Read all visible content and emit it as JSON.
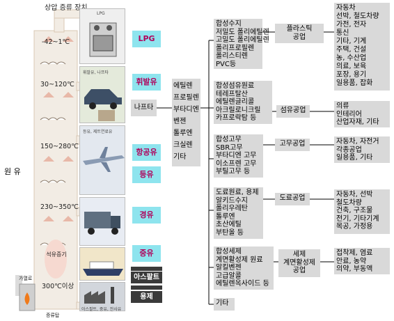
{
  "title": "상압 증류 장치",
  "crude_label": "원 유",
  "heater_label": "가열로",
  "bottom_label": "증류탑",
  "temperatures": {
    "t1": "-42~1℃",
    "t2": "30~120℃",
    "t3": "150~280℃",
    "t4": "230~350℃",
    "t5": "300℃이상"
  },
  "steam_label": "석유증기",
  "pic_labels": {
    "lpg": "LPG",
    "gasoline": "휘발유, 나프타",
    "kerosene": "등유, 제트연료유",
    "bottom": "아스팔트, 중유, 잔사유"
  },
  "products": {
    "lpg": "LPG",
    "gasoline": "휘발유",
    "naphtha": "나프타",
    "jet": "항공유",
    "kerosene": "등유",
    "diesel": "경유",
    "heavy": "중유",
    "asphalt": "아스팔트",
    "lube": "용제"
  },
  "petrochemicals": [
    "에틸렌",
    "프로필렌",
    "부타디엔",
    "벤젠",
    "톨루엔",
    "크실렌",
    "기타"
  ],
  "groups": [
    {
      "materials": [
        "합성수지",
        "저밀도 폴리에틸렌",
        "고밀도 폴리에틸렌",
        "폴리프로필렌",
        "폴리스티렌",
        "PVC등"
      ],
      "industry": [
        "플라스틱",
        "공업"
      ],
      "uses": [
        "자동차",
        "선박, 철도차량",
        "가전, 전자",
        "통신",
        "기타, 기계",
        "주택, 건설",
        "농, 수산업",
        "의료, 보육",
        "포장, 용기",
        "일용품, 잡화"
      ]
    },
    {
      "materials": [
        "합성섬유원료",
        "테레프탈산",
        "에틸렌글리콜",
        "아크릴로니크릴",
        "카프로락탐 등"
      ],
      "industry": [
        "섬유공업"
      ],
      "uses": [
        "의류",
        "인테리어",
        "산업자재, 기타"
      ]
    },
    {
      "materials": [
        "합성고무",
        "SBR고무",
        "부타디엔 고무",
        "이소프렌 고무",
        "부틸고무 등"
      ],
      "industry": [
        "고무공업"
      ],
      "uses": [
        "자동차, 자전거",
        "각종공업",
        "일용품, 기타"
      ]
    },
    {
      "materials": [
        "도료원료, 용제",
        "알키드수지",
        "폴리우레탄",
        "톨루엔",
        "초산에틸",
        "부탄올 등"
      ],
      "industry": [
        "도료공업"
      ],
      "uses": [
        "자동차, 선박",
        "철도차량",
        "건축, 구조물",
        "전기, 기타기계",
        "목공, 가정용"
      ]
    },
    {
      "materials": [
        "합성세제",
        "계면활성제 원료",
        "알킬벤젠",
        "고급알콜",
        "에틸렌옥사이드 등"
      ],
      "industry": [
        "세제",
        "계면활성제",
        "공업"
      ],
      "uses": [
        "접착제, 염료",
        "안료, 농약",
        "의약, 부동액"
      ]
    },
    {
      "materials": [
        "기타"
      ],
      "industry": [],
      "uses": []
    }
  ]
}
